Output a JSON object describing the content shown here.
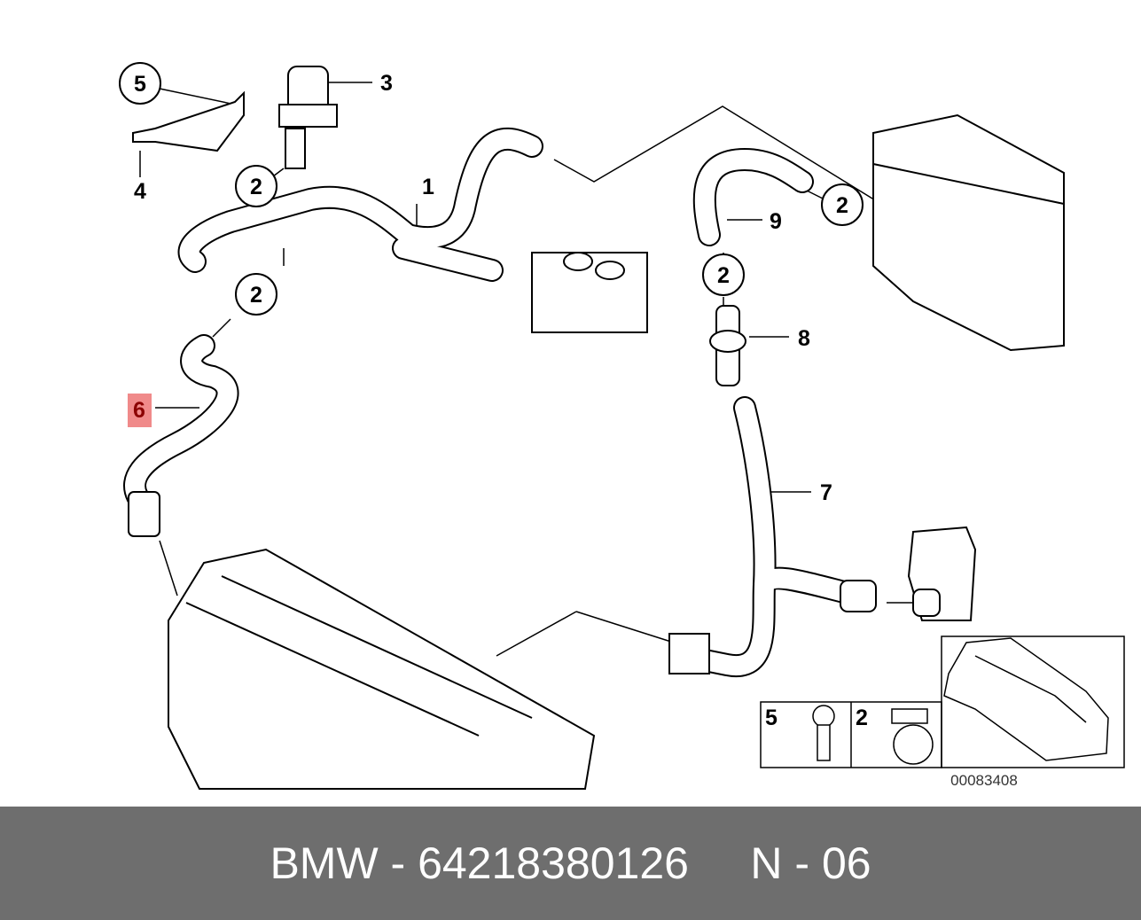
{
  "diagram": {
    "callouts": [
      {
        "id": "c5",
        "label": "5"
      },
      {
        "id": "c2a",
        "label": "2"
      },
      {
        "id": "c2b",
        "label": "2"
      },
      {
        "id": "c2c",
        "label": "2"
      },
      {
        "id": "c2d",
        "label": "2"
      }
    ],
    "labels": {
      "p1": "1",
      "p3": "3",
      "p4": "4",
      "p6": "6",
      "p7": "7",
      "p8": "8",
      "p9": "9"
    },
    "highlight_color": "#f08a8a",
    "inset": {
      "bolt_label": "5",
      "clamp_label": "2"
    },
    "drawing_code": "00083408"
  },
  "footer": {
    "brand": "BMW",
    "part_number": "64218380126",
    "position": "N - 06",
    "text": "BMW - 64218380126     N - 06"
  }
}
